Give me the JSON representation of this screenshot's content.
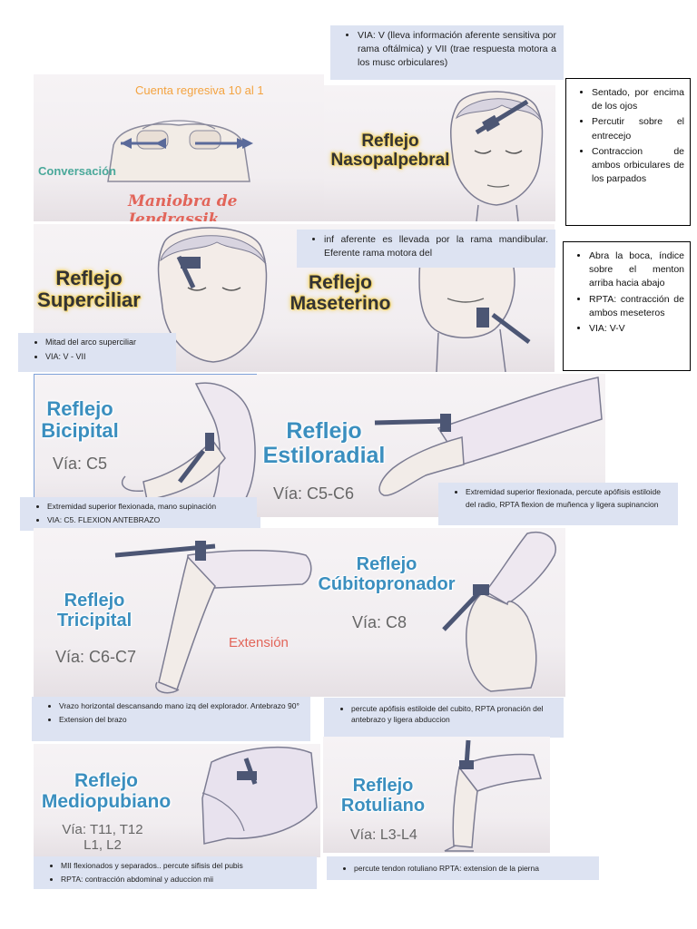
{
  "jendrassik": {
    "countdown": "Cuenta regresiva 10 al 1",
    "conversation": "Conversación",
    "maneuver": "Maniobra de Jendrassik"
  },
  "nasopalpebral": {
    "title_line1": "Reflejo",
    "title_line2": "Nasopalpebral",
    "via_note": "VIA: V (lleva información aferente sensitiva por rama oftálmica) y VII (trae respuesta motora a los musc orbiculares)",
    "box_items": [
      "Sentado, por encima de los ojos",
      "Percutir sobre el entrecejo",
      "Contraccion de ambos orbiculares de los parpados"
    ]
  },
  "superciliar": {
    "title_line1": "Reflejo",
    "title_line2": "Superciliar",
    "note_items": [
      "Mitad del arco superciliar",
      "VIA: V - VII"
    ]
  },
  "maseterino": {
    "title_line1": "Reflejo",
    "title_line2": "Maseterino",
    "via_note": "inf aferente es llevada por la rama mandibular. Eferente rama motora del",
    "box_items": [
      "Abra la boca, índice sobre el menton arriba hacia abajo",
      "RPTA: contracción de ambos meseteros",
      "VIA: V-V"
    ]
  },
  "bicipital": {
    "title_line1": "Reflejo",
    "title_line2": "Bicipital",
    "via": "Vía: C5",
    "note_items": [
      "Extremidad superior flexionada, mano supinación",
      "VIA: C5. FLEXION ANTEBRAZO"
    ]
  },
  "estiloradial": {
    "title_line1": "Reflejo",
    "title_line2": "Estiloradial",
    "via": "Vía: C5-C6",
    "note_items": [
      "Extremidad superior flexionada, percute apófisis estiloide del radio, RPTA flexion de muñenca y ligera supinancion"
    ]
  },
  "tricipital": {
    "title_line1": "Reflejo",
    "title_line2": "Tricipital",
    "via": "Vía: C6-C7",
    "extension": "Extensión",
    "note_items": [
      "Vrazo horizontal descansando mano izq del explorador. Antebrazo 90°",
      "Extension del brazo"
    ]
  },
  "cubitopronador": {
    "title_line1": "Reflejo",
    "title_line2": "Cúbitopronador",
    "via": "Vía: C8",
    "note_items": [
      "percute apófisis estiloide del cubito, RPTA pronación del antebrazo y ligera abduccion"
    ]
  },
  "mediopubiano": {
    "title_line1": "Reflejo",
    "title_line2": "Mediopubiano",
    "via_line1": "Vía: T11, T12",
    "via_line2": "L1, L2",
    "note_items": [
      "MII flexionados y separados.. percute sifisis del pubis",
      "RPTA: contracción abdominal y aduccion mii"
    ]
  },
  "rotuliano": {
    "title_line1": "Reflejo",
    "title_line2": "Rotuliano",
    "via": "Vía: L3-L4",
    "note_text": "percute tendon rotuliano   RPTA: extension de la pierna"
  }
}
